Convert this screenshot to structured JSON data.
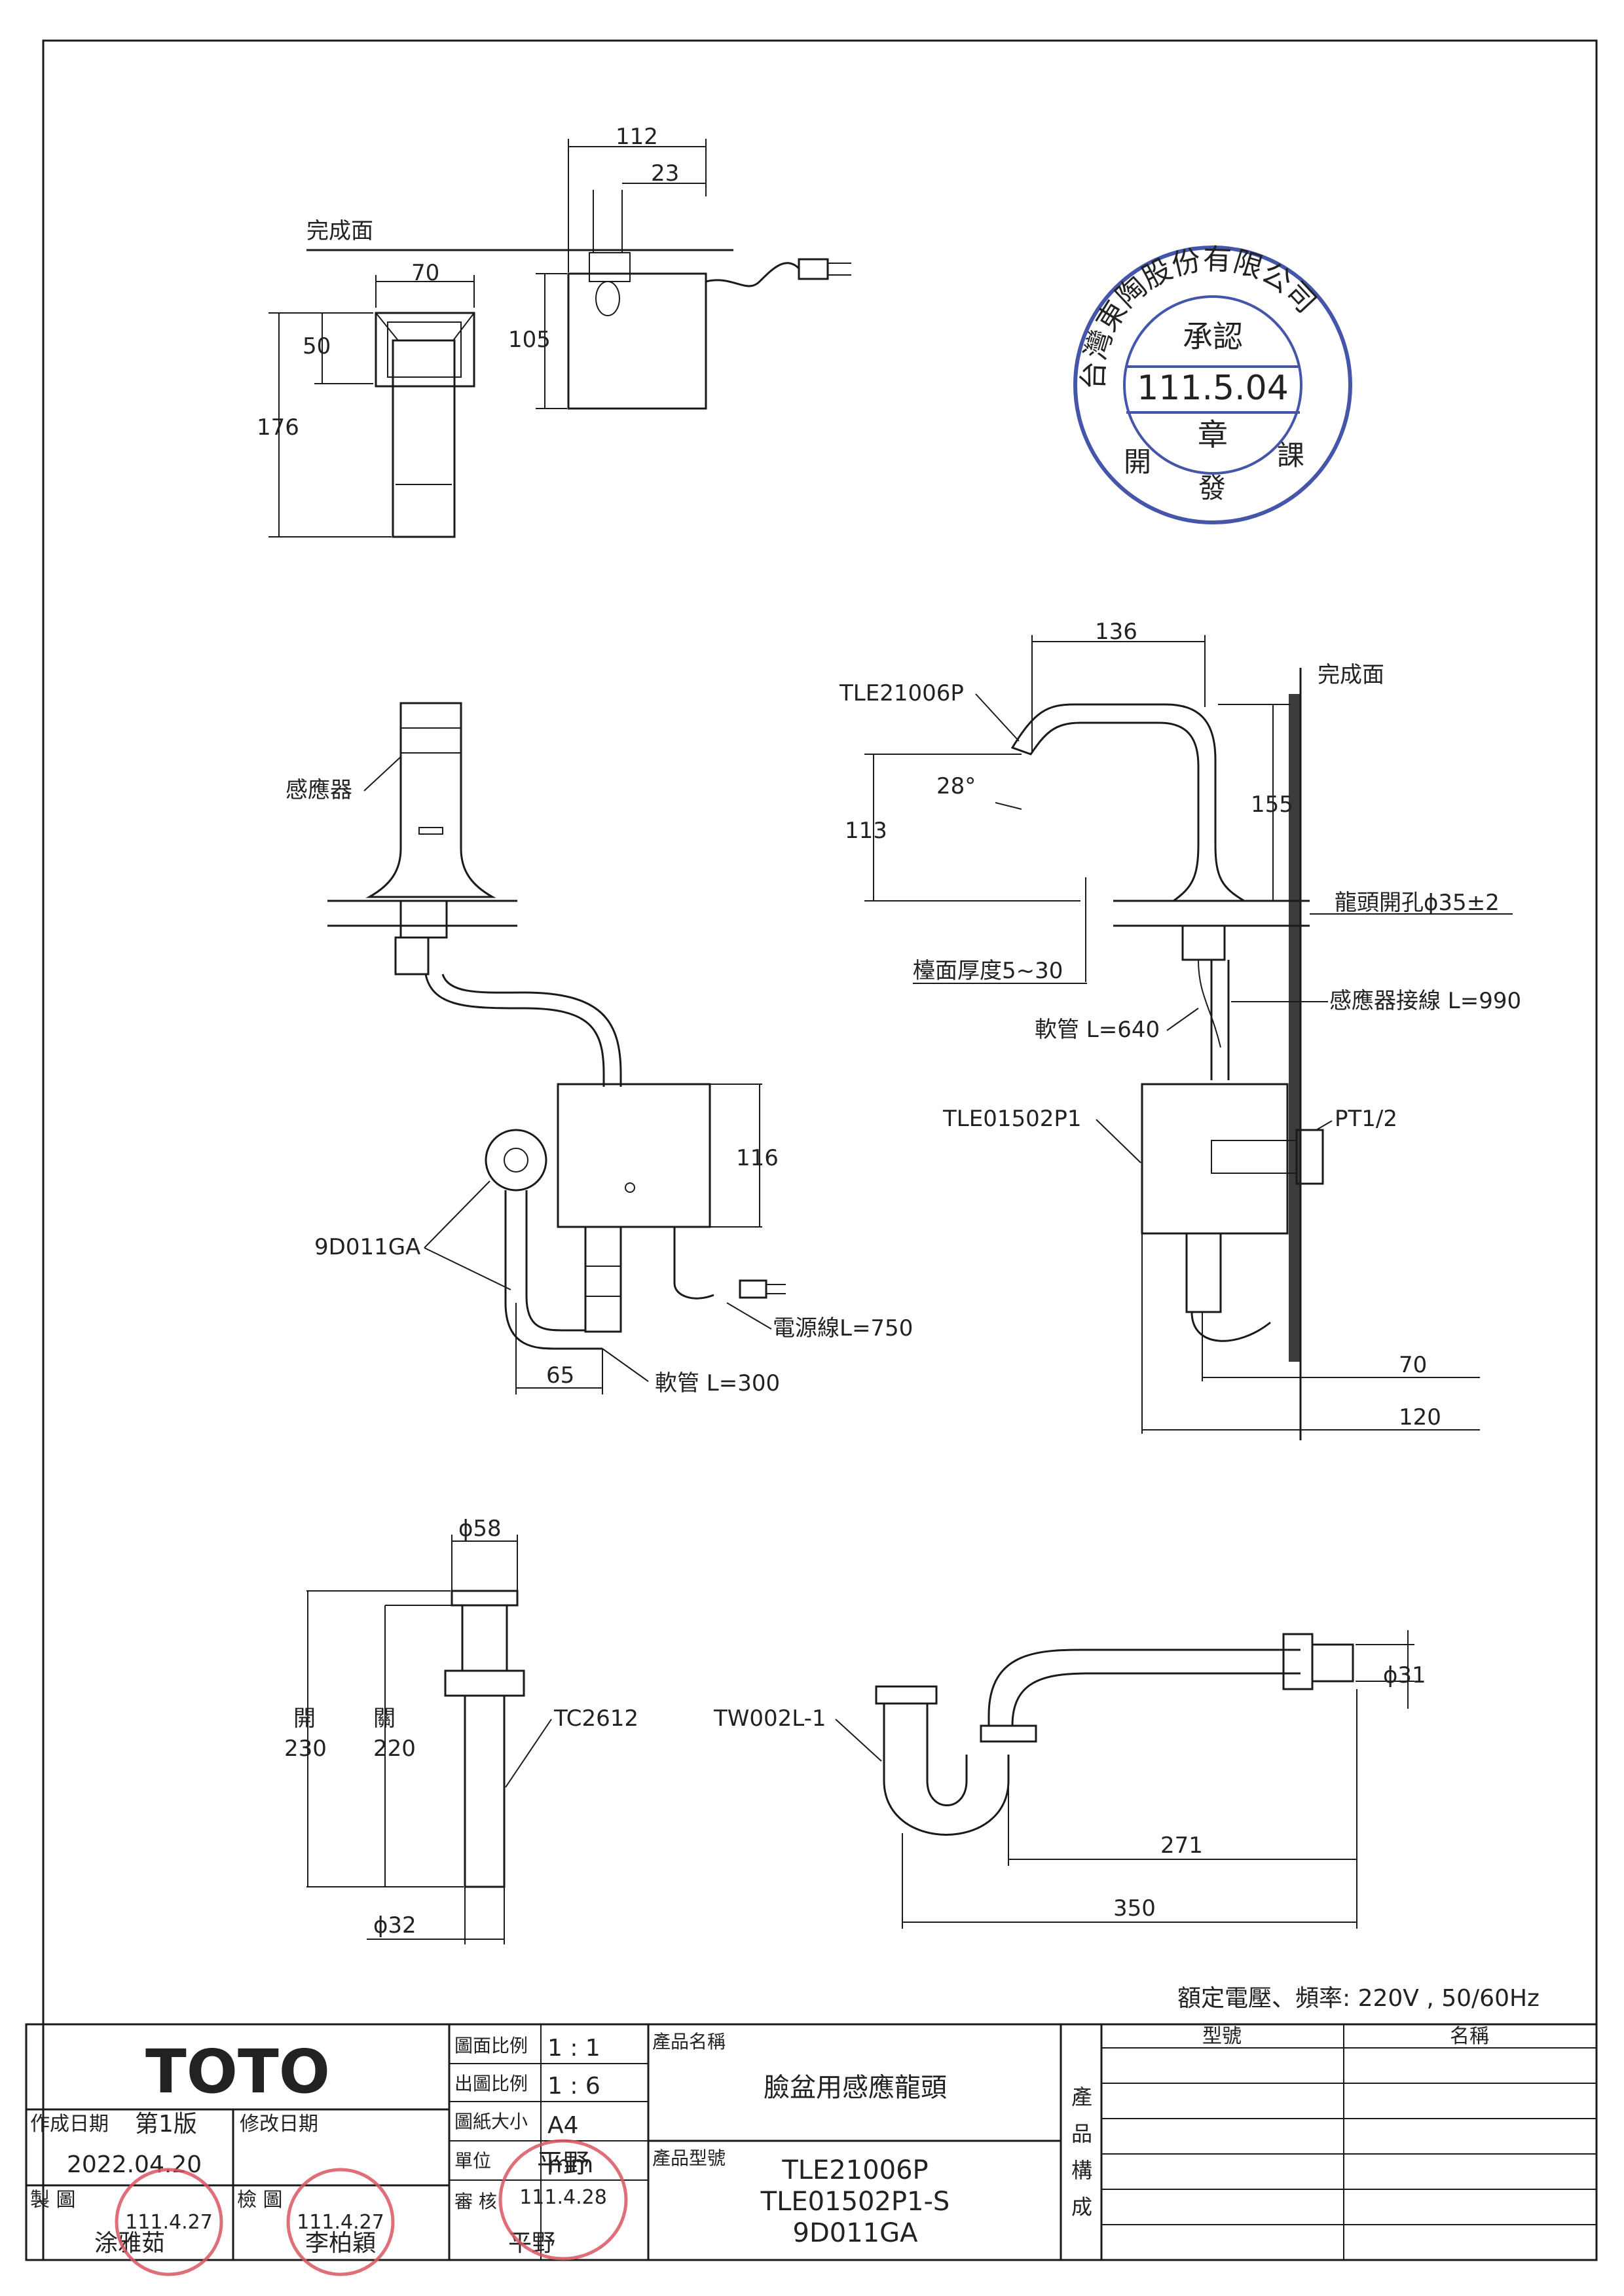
{
  "drawing": {
    "top_view": {
      "finish_surface": "完成面",
      "dim_spout_width": "70",
      "dim_spout_depth": "50",
      "dim_spout_height": "176",
      "dim_box_width": "112",
      "dim_box_offset": "23",
      "dim_box_height": "105"
    },
    "front_view": {
      "sensor_label": "感應器",
      "controller_height": "116",
      "valve_label": "9D011GA",
      "power_cord_label": "電源線L=750",
      "dim_hose_offset": "65",
      "hose_label": "軟管 L=300"
    },
    "side_view": {
      "faucet_model": "TLE21006P",
      "finish_surface": "完成面",
      "dim_reach": "136",
      "dim_angle": "28°",
      "dim_outlet_height": "113",
      "dim_total_height": "155",
      "hole_label": "龍頭開孔ϕ35±2",
      "counter_thickness": "檯面厚度5~30",
      "sensor_cable": "感應器接線 L=990",
      "hose_label": "軟管 L=640",
      "controller_model": "TLE01502P1",
      "thread_label": "PT1/2",
      "dim_70": "70",
      "dim_120": "120"
    },
    "drain_view": {
      "dim_top_dia": "ϕ58",
      "open_label": "開",
      "open_value": "230",
      "close_label": "關",
      "close_value": "220",
      "model": "TC2612",
      "dim_bottom_dia": "ϕ32"
    },
    "trap_view": {
      "model": "TW002L-1",
      "dim_outlet_dia": "ϕ31",
      "dim_271": "271",
      "dim_350": "350"
    },
    "rating": "額定電壓、頻率: 220V , 50/60Hz"
  },
  "stamp_top": {
    "ring_text": "台灣東陶股份有限公司",
    "center_top": "承認",
    "date": "111.5.04",
    "center_bottom": "章",
    "bottom_left": "開",
    "bottom_mid": "發",
    "bottom_right": "課"
  },
  "title_block": {
    "brand": "TOTO",
    "created_date_label": "作成日期",
    "edition": "第1版",
    "created_date": "2022.04.20",
    "revised_date_label": "修改日期",
    "drawn_by_label": "製 圖",
    "drawn_by": "涂雅茹",
    "drawn_stamp_date": "111.4.27",
    "checked_by_label": "檢 圖",
    "checked_by": "李柏穎",
    "checked_stamp_date": "111.4.27",
    "scale_label": "圖面比例",
    "scale_value": "1 : 1",
    "out_scale_label": "出圖比例",
    "out_scale_value": "1 : 6",
    "paper_label": "圖紙大小",
    "paper_value": "A4",
    "unit_label": "單位",
    "unit_value": "mm",
    "approved_label": "審 核",
    "approved_by": "平野",
    "approved_stamp_name": "平野",
    "approved_stamp_date": "111.4.28",
    "product_name_label": "產品名稱",
    "product_name": "臉盆用感應龍頭",
    "product_model_label": "產品型號",
    "models": [
      "TLE21006P",
      "TLE01502P1-S",
      "9D011GA"
    ],
    "composition_label": "產 品 構 成",
    "col_model": "型號",
    "col_name": "名稱"
  }
}
